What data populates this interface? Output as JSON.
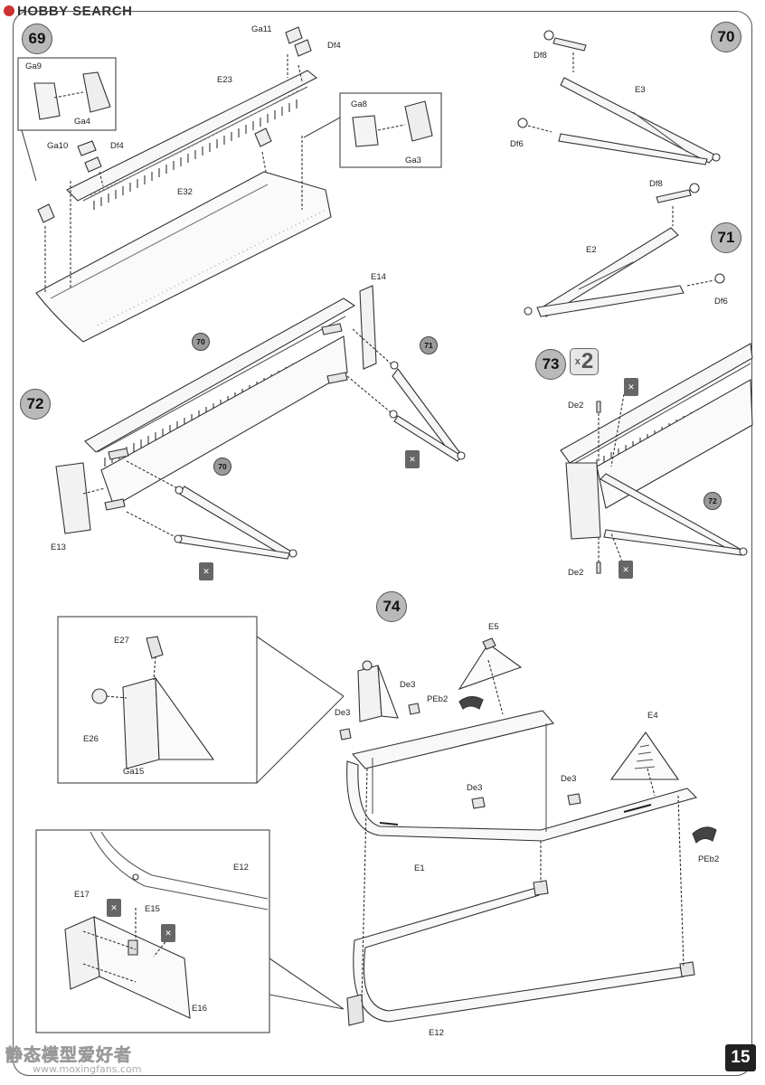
{
  "watermark": {
    "top": "HOBBY SEARCH",
    "bottom_cn": "静态模型爱好者",
    "bottom_url": "www.moxingfans.com"
  },
  "page_number": "15",
  "steps": [
    {
      "id": "s69",
      "number": "69"
    },
    {
      "id": "s70",
      "number": "70"
    },
    {
      "id": "s71",
      "number": "71"
    },
    {
      "id": "s72",
      "number": "72"
    },
    {
      "id": "s73",
      "number": "73"
    },
    {
      "id": "s74",
      "number": "74"
    }
  ],
  "step73_multiplier": {
    "x": "x",
    "n": "2"
  },
  "refs": {
    "r70": "70",
    "r71": "71",
    "r70b": "70",
    "r72": "72"
  },
  "labels": {
    "ga11": "Ga11",
    "df4a": "Df4",
    "e23": "E23",
    "ga9": "Ga9",
    "ga4": "Ga4",
    "ga10": "Ga10",
    "df4b": "Df4",
    "ga8": "Ga8",
    "ga3": "Ga3",
    "e32": "E32",
    "df8a": "Df8",
    "e3": "E3",
    "df6a": "Df6",
    "df8b": "Df8",
    "e2": "E2",
    "df6b": "Df6",
    "e14": "E14",
    "e13": "E13",
    "de2a": "De2",
    "de2b": "De2",
    "e5": "E5",
    "e27": "E27",
    "de3a": "De3",
    "pe2a": "PEb2",
    "de3b": "De3",
    "e26": "E26",
    "ga15": "Ga15",
    "e4": "E4",
    "de3c": "De3",
    "de3d": "De3",
    "e1": "E1",
    "pe2b": "PEb2",
    "e12a": "E12",
    "e17": "E17",
    "e15": "E15",
    "e16": "E16",
    "e12b": "E12"
  }
}
